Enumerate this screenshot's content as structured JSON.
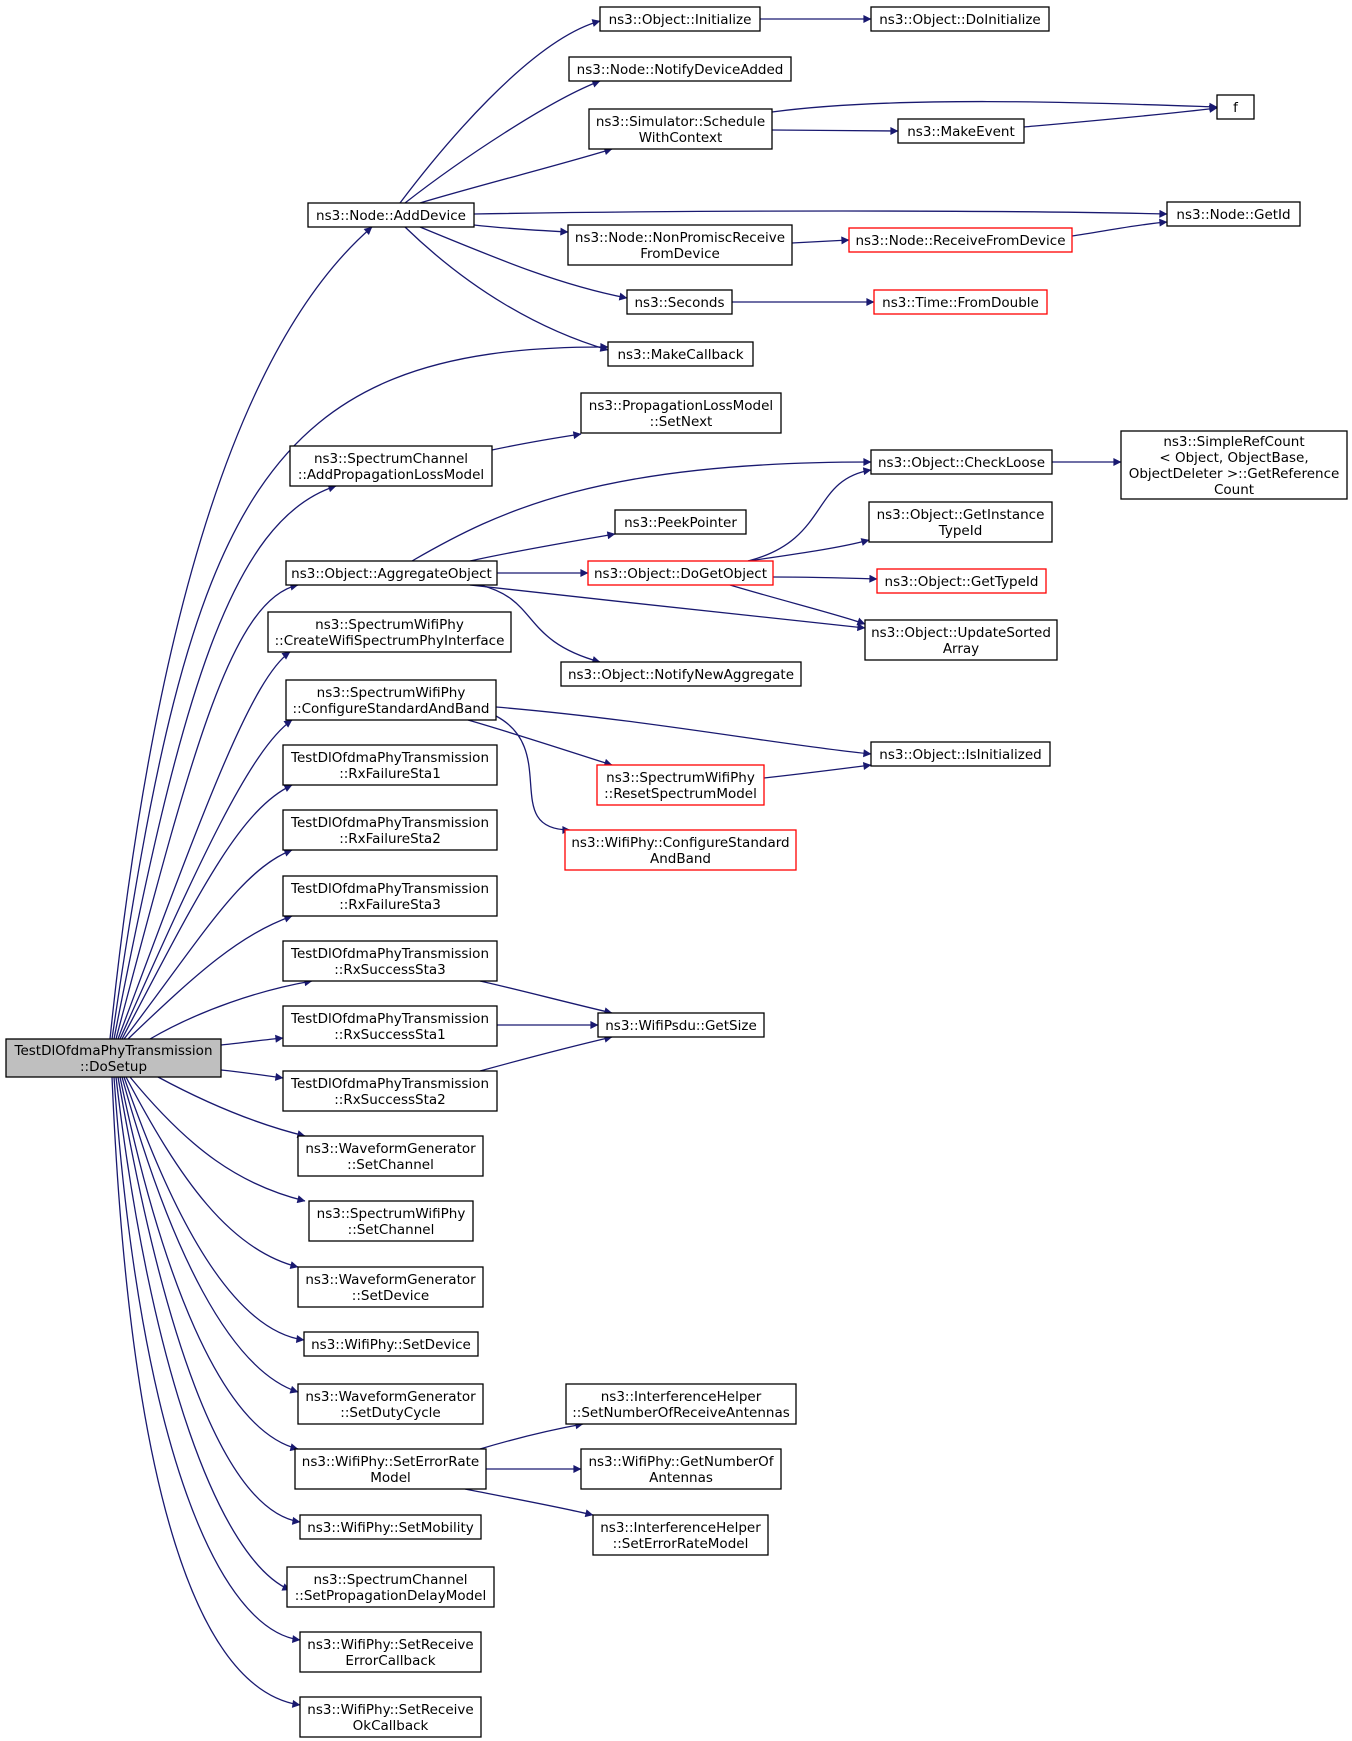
{
  "root_id": "dosetup",
  "colors": {
    "edge": "#191970",
    "root_fill": "#bfbfbf",
    "truncated_border": "#ff0000",
    "border": "#000000"
  },
  "nodes": [
    {
      "id": "dosetup",
      "lines": [
        "TestDlOfdmaPhyTransmission",
        "::DoSetup"
      ],
      "truncated": false
    },
    {
      "id": "obj-initialize",
      "lines": [
        "ns3::Object::Initialize"
      ],
      "truncated": false
    },
    {
      "id": "obj-doinitialize",
      "lines": [
        "ns3::Object::DoInitialize"
      ],
      "truncated": false
    },
    {
      "id": "node-notifydeviceadded",
      "lines": [
        "ns3::Node::NotifyDeviceAdded"
      ],
      "truncated": false
    },
    {
      "id": "sim-schedulewithcontext",
      "lines": [
        "ns3::Simulator::Schedule",
        "WithContext"
      ],
      "truncated": false
    },
    {
      "id": "f",
      "lines": [
        "f"
      ],
      "truncated": false
    },
    {
      "id": "makeevent",
      "lines": [
        "ns3::MakeEvent"
      ],
      "truncated": false
    },
    {
      "id": "node-adddevice",
      "lines": [
        "ns3::Node::AddDevice"
      ],
      "truncated": false
    },
    {
      "id": "node-getid",
      "lines": [
        "ns3::Node::GetId"
      ],
      "truncated": false
    },
    {
      "id": "node-nonpromisc",
      "lines": [
        "ns3::Node::NonPromiscReceive",
        "FromDevice"
      ],
      "truncated": false
    },
    {
      "id": "node-receivefromdevice",
      "lines": [
        "ns3::Node::ReceiveFromDevice"
      ],
      "truncated": true
    },
    {
      "id": "seconds",
      "lines": [
        "ns3::Seconds"
      ],
      "truncated": false
    },
    {
      "id": "time-fromdouble",
      "lines": [
        "ns3::Time::FromDouble"
      ],
      "truncated": true
    },
    {
      "id": "makecallback",
      "lines": [
        "ns3::MakeCallback"
      ],
      "truncated": false
    },
    {
      "id": "proploss-setnext",
      "lines": [
        "ns3::PropagationLossModel",
        "::SetNext"
      ],
      "truncated": false
    },
    {
      "id": "spectrumchannel-addproploss",
      "lines": [
        "ns3::SpectrumChannel",
        "::AddPropagationLossModel"
      ],
      "truncated": false
    },
    {
      "id": "obj-checkloose",
      "lines": [
        "ns3::Object::CheckLoose"
      ],
      "truncated": false
    },
    {
      "id": "simplerefcount",
      "lines": [
        "ns3::SimpleRefCount",
        "< Object, ObjectBase,",
        " ObjectDeleter >::GetReference",
        "Count"
      ],
      "truncated": false
    },
    {
      "id": "peekpointer",
      "lines": [
        "ns3::PeekPointer"
      ],
      "truncated": false
    },
    {
      "id": "obj-getinstancetypeid",
      "lines": [
        "ns3::Object::GetInstance",
        "TypeId"
      ],
      "truncated": false
    },
    {
      "id": "obj-aggregateobject",
      "lines": [
        "ns3::Object::AggregateObject"
      ],
      "truncated": false
    },
    {
      "id": "obj-dogetobject",
      "lines": [
        "ns3::Object::DoGetObject"
      ],
      "truncated": true
    },
    {
      "id": "obj-gettypeid",
      "lines": [
        "ns3::Object::GetTypeId"
      ],
      "truncated": true
    },
    {
      "id": "spectrumwifiphy-createiface",
      "lines": [
        "ns3::SpectrumWifiPhy",
        "::CreateWifiSpectrumPhyInterface"
      ],
      "truncated": false
    },
    {
      "id": "obj-updatesortedarray",
      "lines": [
        "ns3::Object::UpdateSorted",
        "Array"
      ],
      "truncated": false
    },
    {
      "id": "obj-notifynewaggregate",
      "lines": [
        "ns3::Object::NotifyNewAggregate"
      ],
      "truncated": false
    },
    {
      "id": "spectrumwifiphy-configure",
      "lines": [
        "ns3::SpectrumWifiPhy",
        "::ConfigureStandardAndBand"
      ],
      "truncated": false
    },
    {
      "id": "obj-isinitialized",
      "lines": [
        "ns3::Object::IsInitialized"
      ],
      "truncated": false
    },
    {
      "id": "spectrumwifiphy-resetspectrum",
      "lines": [
        "ns3::SpectrumWifiPhy",
        "::ResetSpectrumModel"
      ],
      "truncated": true
    },
    {
      "id": "rxfailuresta1",
      "lines": [
        "TestDlOfdmaPhyTransmission",
        "::RxFailureSta1"
      ],
      "truncated": false
    },
    {
      "id": "wifiphy-configure",
      "lines": [
        "ns3::WifiPhy::ConfigureStandard",
        "AndBand"
      ],
      "truncated": true
    },
    {
      "id": "rxfailuresta2",
      "lines": [
        "TestDlOfdmaPhyTransmission",
        "::RxFailureSta2"
      ],
      "truncated": false
    },
    {
      "id": "rxfailuresta3",
      "lines": [
        "TestDlOfdmaPhyTransmission",
        "::RxFailureSta3"
      ],
      "truncated": false
    },
    {
      "id": "rxsuccesssta3",
      "lines": [
        "TestDlOfdmaPhyTransmission",
        "::RxSuccessSta3"
      ],
      "truncated": false
    },
    {
      "id": "rxsuccesssta1",
      "lines": [
        "TestDlOfdmaPhyTransmission",
        "::RxSuccessSta1"
      ],
      "truncated": false
    },
    {
      "id": "wifipsdu-getsize",
      "lines": [
        "ns3::WifiPsdu::GetSize"
      ],
      "truncated": false
    },
    {
      "id": "rxsuccesssta2",
      "lines": [
        "TestDlOfdmaPhyTransmission",
        "::RxSuccessSta2"
      ],
      "truncated": false
    },
    {
      "id": "waveform-setchannel",
      "lines": [
        "ns3::WaveformGenerator",
        "::SetChannel"
      ],
      "truncated": false
    },
    {
      "id": "spectrumwifiphy-setchannel",
      "lines": [
        "ns3::SpectrumWifiPhy",
        "::SetChannel"
      ],
      "truncated": false
    },
    {
      "id": "waveform-setdevice",
      "lines": [
        "ns3::WaveformGenerator",
        "::SetDevice"
      ],
      "truncated": false
    },
    {
      "id": "wifiphy-setdevice",
      "lines": [
        "ns3::WifiPhy::SetDevice"
      ],
      "truncated": false
    },
    {
      "id": "waveform-setdutycycle",
      "lines": [
        "ns3::WaveformGenerator",
        "::SetDutyCycle"
      ],
      "truncated": false
    },
    {
      "id": "interference-setnumrx",
      "lines": [
        "ns3::InterferenceHelper",
        "::SetNumberOfReceiveAntennas"
      ],
      "truncated": false
    },
    {
      "id": "wifiphy-seterrorratemodel",
      "lines": [
        "ns3::WifiPhy::SetErrorRate",
        "Model"
      ],
      "truncated": false
    },
    {
      "id": "wifiphy-getnumantennas",
      "lines": [
        "ns3::WifiPhy::GetNumberOf",
        "Antennas"
      ],
      "truncated": false
    },
    {
      "id": "interference-seterrorratemodel",
      "lines": [
        "ns3::InterferenceHelper",
        "::SetErrorRateModel"
      ],
      "truncated": false
    },
    {
      "id": "wifiphy-setmobility",
      "lines": [
        "ns3::WifiPhy::SetMobility"
      ],
      "truncated": false
    },
    {
      "id": "spectrumchannel-setpropdelay",
      "lines": [
        "ns3::SpectrumChannel",
        "::SetPropagationDelayModel"
      ],
      "truncated": false
    },
    {
      "id": "wifiphy-setrxerrorcb",
      "lines": [
        "ns3::WifiPhy::SetReceive",
        "ErrorCallback"
      ],
      "truncated": false
    },
    {
      "id": "wifiphy-setrxokcb",
      "lines": [
        "ns3::WifiPhy::SetReceive",
        "OkCallback"
      ],
      "truncated": false
    }
  ],
  "edges": [
    [
      "dosetup",
      "node-adddevice"
    ],
    [
      "dosetup",
      "makecallback"
    ],
    [
      "dosetup",
      "spectrumchannel-addproploss"
    ],
    [
      "dosetup",
      "obj-aggregateobject"
    ],
    [
      "dosetup",
      "spectrumwifiphy-createiface"
    ],
    [
      "dosetup",
      "spectrumwifiphy-configure"
    ],
    [
      "dosetup",
      "rxfailuresta1"
    ],
    [
      "dosetup",
      "rxfailuresta2"
    ],
    [
      "dosetup",
      "rxfailuresta3"
    ],
    [
      "dosetup",
      "rxsuccesssta3"
    ],
    [
      "dosetup",
      "rxsuccesssta1"
    ],
    [
      "dosetup",
      "rxsuccesssta2"
    ],
    [
      "dosetup",
      "waveform-setchannel"
    ],
    [
      "dosetup",
      "spectrumwifiphy-setchannel"
    ],
    [
      "dosetup",
      "waveform-setdevice"
    ],
    [
      "dosetup",
      "wifiphy-setdevice"
    ],
    [
      "dosetup",
      "waveform-setdutycycle"
    ],
    [
      "dosetup",
      "wifiphy-seterrorratemodel"
    ],
    [
      "dosetup",
      "wifiphy-setmobility"
    ],
    [
      "dosetup",
      "spectrumchannel-setpropdelay"
    ],
    [
      "dosetup",
      "wifiphy-setrxerrorcb"
    ],
    [
      "dosetup",
      "wifiphy-setrxokcb"
    ],
    [
      "node-adddevice",
      "obj-initialize"
    ],
    [
      "node-adddevice",
      "node-notifydeviceadded"
    ],
    [
      "node-adddevice",
      "sim-schedulewithcontext"
    ],
    [
      "node-adddevice",
      "node-getid"
    ],
    [
      "node-adddevice",
      "node-nonpromisc"
    ],
    [
      "node-adddevice",
      "seconds"
    ],
    [
      "node-adddevice",
      "makecallback"
    ],
    [
      "obj-initialize",
      "obj-doinitialize"
    ],
    [
      "sim-schedulewithcontext",
      "f"
    ],
    [
      "sim-schedulewithcontext",
      "makeevent"
    ],
    [
      "makeevent",
      "f"
    ],
    [
      "node-nonpromisc",
      "node-receivefromdevice"
    ],
    [
      "node-receivefromdevice",
      "node-getid"
    ],
    [
      "seconds",
      "time-fromdouble"
    ],
    [
      "spectrumchannel-addproploss",
      "proploss-setnext"
    ],
    [
      "obj-aggregateobject",
      "obj-checkloose"
    ],
    [
      "obj-aggregateobject",
      "peekpointer"
    ],
    [
      "obj-aggregateobject",
      "obj-dogetobject"
    ],
    [
      "obj-aggregateobject",
      "obj-updatesortedarray"
    ],
    [
      "obj-aggregateobject",
      "obj-notifynewaggregate"
    ],
    [
      "obj-checkloose",
      "simplerefcount"
    ],
    [
      "obj-dogetobject",
      "obj-checkloose"
    ],
    [
      "obj-dogetobject",
      "obj-getinstancetypeid"
    ],
    [
      "obj-dogetobject",
      "obj-gettypeid"
    ],
    [
      "obj-dogetobject",
      "obj-updatesortedarray"
    ],
    [
      "spectrumwifiphy-configure",
      "obj-isinitialized"
    ],
    [
      "spectrumwifiphy-configure",
      "spectrumwifiphy-resetspectrum"
    ],
    [
      "spectrumwifiphy-configure",
      "wifiphy-configure"
    ],
    [
      "spectrumwifiphy-resetspectrum",
      "obj-isinitialized"
    ],
    [
      "rxsuccesssta3",
      "wifipsdu-getsize"
    ],
    [
      "rxsuccesssta1",
      "wifipsdu-getsize"
    ],
    [
      "rxsuccesssta2",
      "wifipsdu-getsize"
    ],
    [
      "wifiphy-seterrorratemodel",
      "interference-setnumrx"
    ],
    [
      "wifiphy-seterrorratemodel",
      "wifiphy-getnumantennas"
    ],
    [
      "wifiphy-seterrorratemodel",
      "interference-seterrorratemodel"
    ]
  ]
}
